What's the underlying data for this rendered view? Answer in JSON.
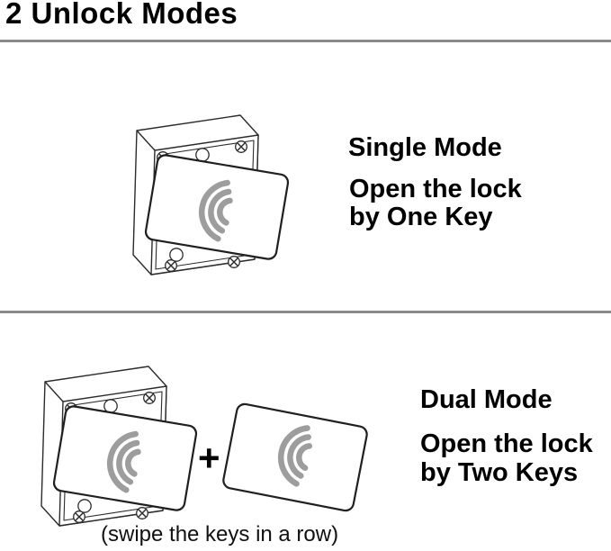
{
  "title": "2 Unlock Modes",
  "sections": [
    {
      "heading": "Single Mode",
      "description": {
        "line1": "Open the lock",
        "line2": "by One Key"
      },
      "illustration": "lock-box-with-contactless-key-card"
    },
    {
      "heading": "Dual Mode",
      "description": {
        "line1": "Open the lock",
        "line2": "by Two Keys"
      },
      "plus_sign": "+",
      "caption": "(swipe the keys in a row)",
      "illustration": "lock-box-with-two-contactless-key-cards"
    }
  ],
  "icons": {
    "signal": "contactless-signal-icon",
    "screw": "phillips-screw-icon",
    "mounting_hole": "mounting-hole-icon",
    "plus": "plus-sign"
  },
  "colors": {
    "background": "#ffffff",
    "text": "#000000",
    "divider": "#8a8a8a",
    "line_art": "#2b2b2b",
    "card_outline": "#1f1f1f",
    "signal_arcs": "#9d9d9d"
  }
}
